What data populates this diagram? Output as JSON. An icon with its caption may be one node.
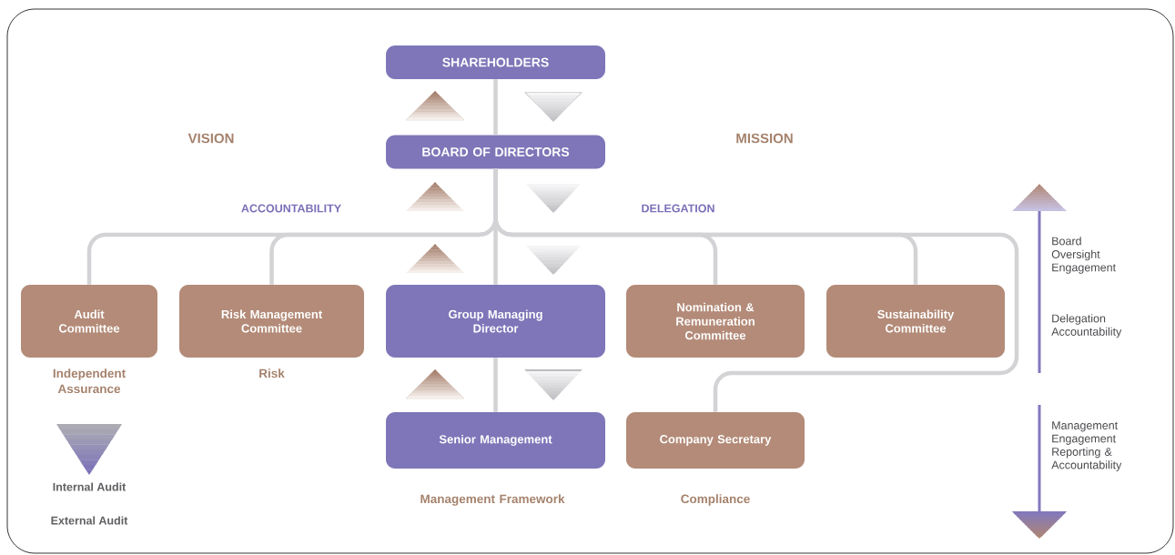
{
  "diagram": {
    "nodes": [
      {
        "text": [
          "SHAREHOLDERS"
        ]
      },
      {
        "text": [
          "BOARD OF DIRECTORS"
        ]
      },
      {
        "text": [
          "Audit Committee"
        ],
        "beside": [
          "Independent Assurance"
        ]
      },
      {
        "text": [
          "Risk Management Committee"
        ],
        "beside": [
          "Risk"
        ]
      },
      {
        "text": [
          "Group Managing Director"
        ]
      },
      {
        "text": [
          "Nomination & Remuneration Committee"
        ]
      },
      {
        "text": [
          "Sustainability Committee"
        ]
      },
      {
        "text": [
          "Senior Management"
        ],
        "beside": [
          "Management Framework"
        ]
      },
      {
        "text": [
          "Company Secretary"
        ],
        "beside": [
          "Compliance"
        ]
      }
    ],
    "edges": [
      {
        "from": 0,
        "to": 1,
        "arrow": "none"
      },
      {
        "from": 1,
        "to": 2,
        "arrow": "none"
      },
      {
        "from": 1,
        "to": 3,
        "arrow": "none"
      },
      {
        "from": 1,
        "to": 4,
        "arrow": "none"
      },
      {
        "from": 1,
        "to": 5,
        "arrow": "none"
      },
      {
        "from": 1,
        "to": 6,
        "arrow": "none"
      },
      {
        "from": 1,
        "to": 8,
        "arrow": "none"
      },
      {
        "from": 4,
        "to": 7,
        "arrow": "none"
      },
      {
        "from": 1,
        "to": 0,
        "arrow": "to",
        "color": "#a07864"
      },
      {
        "from": 0,
        "to": 1,
        "arrow": "to",
        "color": "#bebec2"
      },
      {
        "from": 7,
        "to": 4,
        "arrow": "to",
        "color": "#a07864"
      },
      {
        "from": 4,
        "to": 7,
        "arrow": "to",
        "color": "#bebec2"
      }
    ],
    "labels": [
      "VISION",
      "MISSION",
      "ACCOUNTABILITY",
      "DELEGATION",
      "Internal Audit",
      "External Audit",
      "Board Oversight Engagement",
      "Delegation Accountability",
      "Management Engagement Reporting & Accountability"
    ]
  }
}
